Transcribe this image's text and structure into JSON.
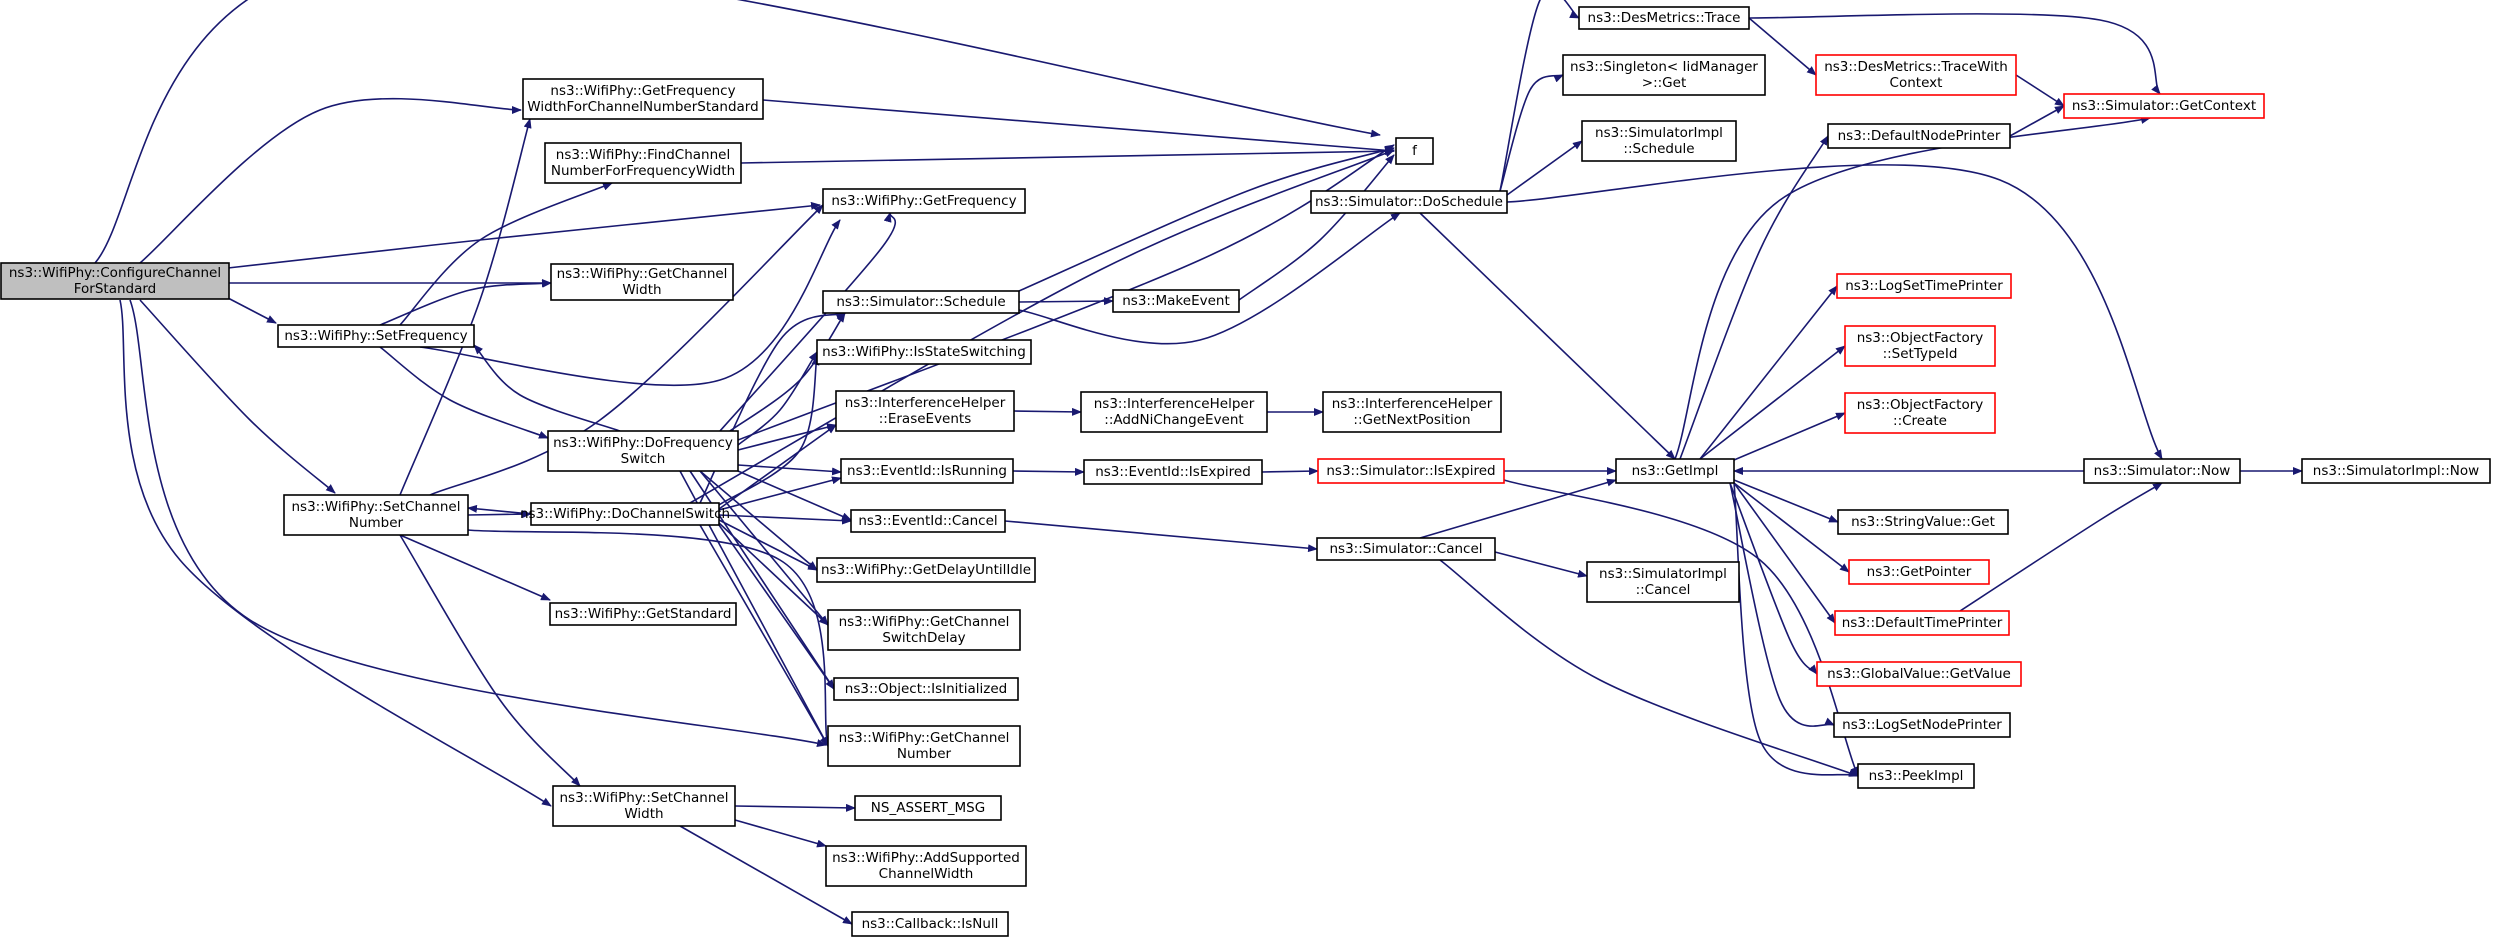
{
  "colors": {
    "edge": "#191970",
    "node_border": "#000000",
    "node_border_incomplete": "#ff0000",
    "node_fill": "#ffffff",
    "root_fill": "#bfbfbf",
    "text": "#000000"
  },
  "nodes": [
    {
      "id": "configure",
      "lines": [
        "ns3::WifiPhy::ConfigureChannel",
        "ForStandard"
      ],
      "style": "root"
    },
    {
      "id": "getfreqwidth",
      "lines": [
        "ns3::WifiPhy::GetFrequency",
        "WidthForChannelNumberStandard"
      ],
      "style": "normal"
    },
    {
      "id": "findchannel",
      "lines": [
        "ns3::WifiPhy::FindChannel",
        "NumberForFrequencyWidth"
      ],
      "style": "normal"
    },
    {
      "id": "getfrequency",
      "lines": [
        "ns3::WifiPhy::GetFrequency"
      ],
      "style": "normal"
    },
    {
      "id": "getchannelwidth",
      "lines": [
        "ns3::WifiPhy::GetChannel",
        "Width"
      ],
      "style": "normal"
    },
    {
      "id": "setfrequency",
      "lines": [
        "ns3::WifiPhy::SetFrequency"
      ],
      "style": "normal"
    },
    {
      "id": "dofreqswitch",
      "lines": [
        "ns3::WifiPhy::DoFrequency",
        "Switch"
      ],
      "style": "normal"
    },
    {
      "id": "setchannelnumber",
      "lines": [
        "ns3::WifiPhy::SetChannel",
        "Number"
      ],
      "style": "normal"
    },
    {
      "id": "dochannelswitch",
      "lines": [
        "ns3::WifiPhy::DoChannelSwitch"
      ],
      "style": "normal"
    },
    {
      "id": "getstandard",
      "lines": [
        "ns3::WifiPhy::GetStandard"
      ],
      "style": "normal"
    },
    {
      "id": "setchannelwidth",
      "lines": [
        "ns3::WifiPhy::SetChannel",
        "Width"
      ],
      "style": "normal"
    },
    {
      "id": "f",
      "lines": [
        "f"
      ],
      "style": "normal"
    },
    {
      "id": "simschedule",
      "lines": [
        "ns3::Simulator::Schedule"
      ],
      "style": "normal"
    },
    {
      "id": "isstateswitching",
      "lines": [
        "ns3::WifiPhy::IsStateSwitching"
      ],
      "style": "normal"
    },
    {
      "id": "erasevents",
      "lines": [
        "ns3::InterferenceHelper",
        "::EraseEvents"
      ],
      "style": "normal"
    },
    {
      "id": "isrunning",
      "lines": [
        "ns3::EventId::IsRunning"
      ],
      "style": "normal"
    },
    {
      "id": "eventcancel",
      "lines": [
        "ns3::EventId::Cancel"
      ],
      "style": "normal"
    },
    {
      "id": "getdelayuntilidle",
      "lines": [
        "ns3::WifiPhy::GetDelayUntilIdle"
      ],
      "style": "normal"
    },
    {
      "id": "getchannelswitchdelay",
      "lines": [
        "ns3::WifiPhy::GetChannel",
        "SwitchDelay"
      ],
      "style": "normal"
    },
    {
      "id": "isinitialized",
      "lines": [
        "ns3::Object::IsInitialized"
      ],
      "style": "normal"
    },
    {
      "id": "getchannelnumber",
      "lines": [
        "ns3::WifiPhy::GetChannel",
        "Number"
      ],
      "style": "normal"
    },
    {
      "id": "nsassert",
      "lines": [
        "NS_ASSERT_MSG"
      ],
      "style": "normal"
    },
    {
      "id": "addsupported",
      "lines": [
        "ns3::WifiPhy::AddSupported",
        "ChannelWidth"
      ],
      "style": "normal"
    },
    {
      "id": "callbackisnull",
      "lines": [
        "ns3::Callback::IsNull"
      ],
      "style": "normal"
    },
    {
      "id": "makeevent",
      "lines": [
        "ns3::MakeEvent"
      ],
      "style": "normal"
    },
    {
      "id": "addnichange",
      "lines": [
        "ns3::InterferenceHelper",
        "::AddNiChangeEvent"
      ],
      "style": "normal"
    },
    {
      "id": "getnextposition",
      "lines": [
        "ns3::InterferenceHelper",
        "::GetNextPosition"
      ],
      "style": "normal"
    },
    {
      "id": "isexpired",
      "lines": [
        "ns3::EventId::IsExpired"
      ],
      "style": "normal"
    },
    {
      "id": "simisexpired",
      "lines": [
        "ns3::Simulator::IsExpired"
      ],
      "style": "incomplete"
    },
    {
      "id": "simcancel",
      "lines": [
        "ns3::Simulator::Cancel"
      ],
      "style": "normal"
    },
    {
      "id": "doschedule",
      "lines": [
        "ns3::Simulator::DoSchedule"
      ],
      "style": "normal"
    },
    {
      "id": "desmetricstrace",
      "lines": [
        "ns3::DesMetrics::Trace"
      ],
      "style": "normal"
    },
    {
      "id": "singletonget",
      "lines": [
        "ns3::Singleton< IidManager",
        " >::Get"
      ],
      "style": "normal"
    },
    {
      "id": "simimplschedule",
      "lines": [
        "ns3::SimulatorImpl",
        "::Schedule"
      ],
      "style": "normal"
    },
    {
      "id": "tracewithcontext",
      "lines": [
        "ns3::DesMetrics::TraceWith",
        "Context"
      ],
      "style": "incomplete"
    },
    {
      "id": "getcontext",
      "lines": [
        "ns3::Simulator::GetContext"
      ],
      "style": "incomplete"
    },
    {
      "id": "defaultnodeprinter",
      "lines": [
        "ns3::DefaultNodePrinter"
      ],
      "style": "normal"
    },
    {
      "id": "logsettimeprinter",
      "lines": [
        "ns3::LogSetTimePrinter"
      ],
      "style": "incomplete"
    },
    {
      "id": "settypeid",
      "lines": [
        "ns3::ObjectFactory",
        "::SetTypeId"
      ],
      "style": "incomplete"
    },
    {
      "id": "objfactorycreate",
      "lines": [
        "ns3::ObjectFactory",
        "::Create"
      ],
      "style": "incomplete"
    },
    {
      "id": "getimpl",
      "lines": [
        "ns3::GetImpl"
      ],
      "style": "normal"
    },
    {
      "id": "stringvalueget",
      "lines": [
        "ns3::StringValue::Get"
      ],
      "style": "normal"
    },
    {
      "id": "getpointer",
      "lines": [
        "ns3::GetPointer"
      ],
      "style": "incomplete"
    },
    {
      "id": "defaulttimeprinter",
      "lines": [
        "ns3::DefaultTimePrinter"
      ],
      "style": "incomplete"
    },
    {
      "id": "globalvalueget",
      "lines": [
        "ns3::GlobalValue::GetValue"
      ],
      "style": "incomplete"
    },
    {
      "id": "logsetnodeprinter",
      "lines": [
        "ns3::LogSetNodePrinter"
      ],
      "style": "normal"
    },
    {
      "id": "peekimpl",
      "lines": [
        "ns3::PeekImpl"
      ],
      "style": "normal"
    },
    {
      "id": "simimplcancel",
      "lines": [
        "ns3::SimulatorImpl",
        "::Cancel"
      ],
      "style": "normal"
    },
    {
      "id": "simnow",
      "lines": [
        "ns3::Simulator::Now"
      ],
      "style": "normal"
    },
    {
      "id": "simimplnow",
      "lines": [
        "ns3::SimulatorImpl::Now"
      ],
      "style": "normal"
    }
  ]
}
